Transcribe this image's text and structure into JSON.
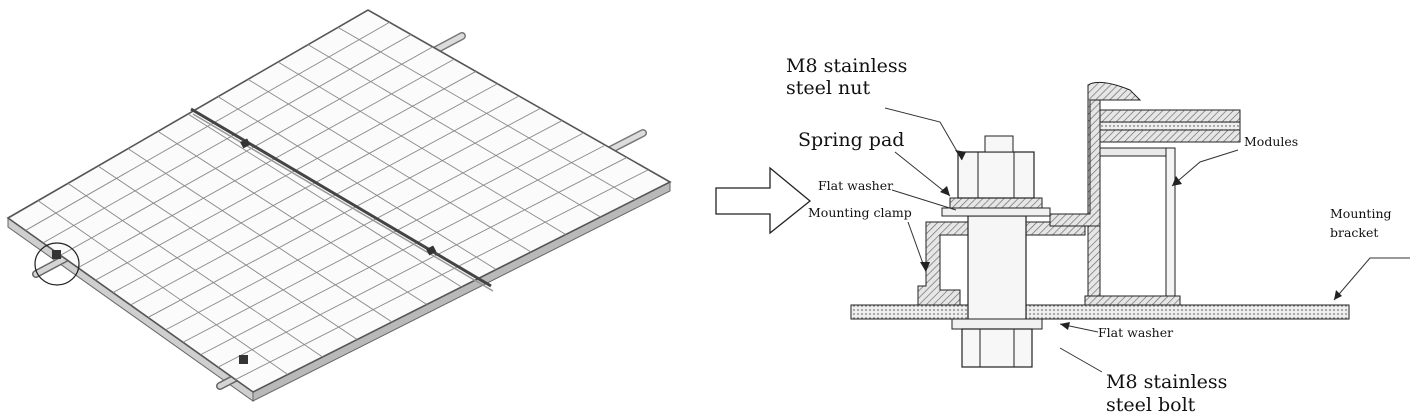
{
  "labels": {
    "nut_line1": "M8 stainless",
    "nut_line2": "steel nut",
    "spring_pad": "Spring pad",
    "flat_washer_top": "Flat washer",
    "mounting_clamp": "Mounting clamp",
    "modules": "Modules",
    "bracket_line1": "Mounting",
    "bracket_line2": "bracket",
    "flat_washer_bottom": "Flat washer",
    "bolt_line1": "M8 stainless",
    "bolt_line2": "steel bolt"
  }
}
